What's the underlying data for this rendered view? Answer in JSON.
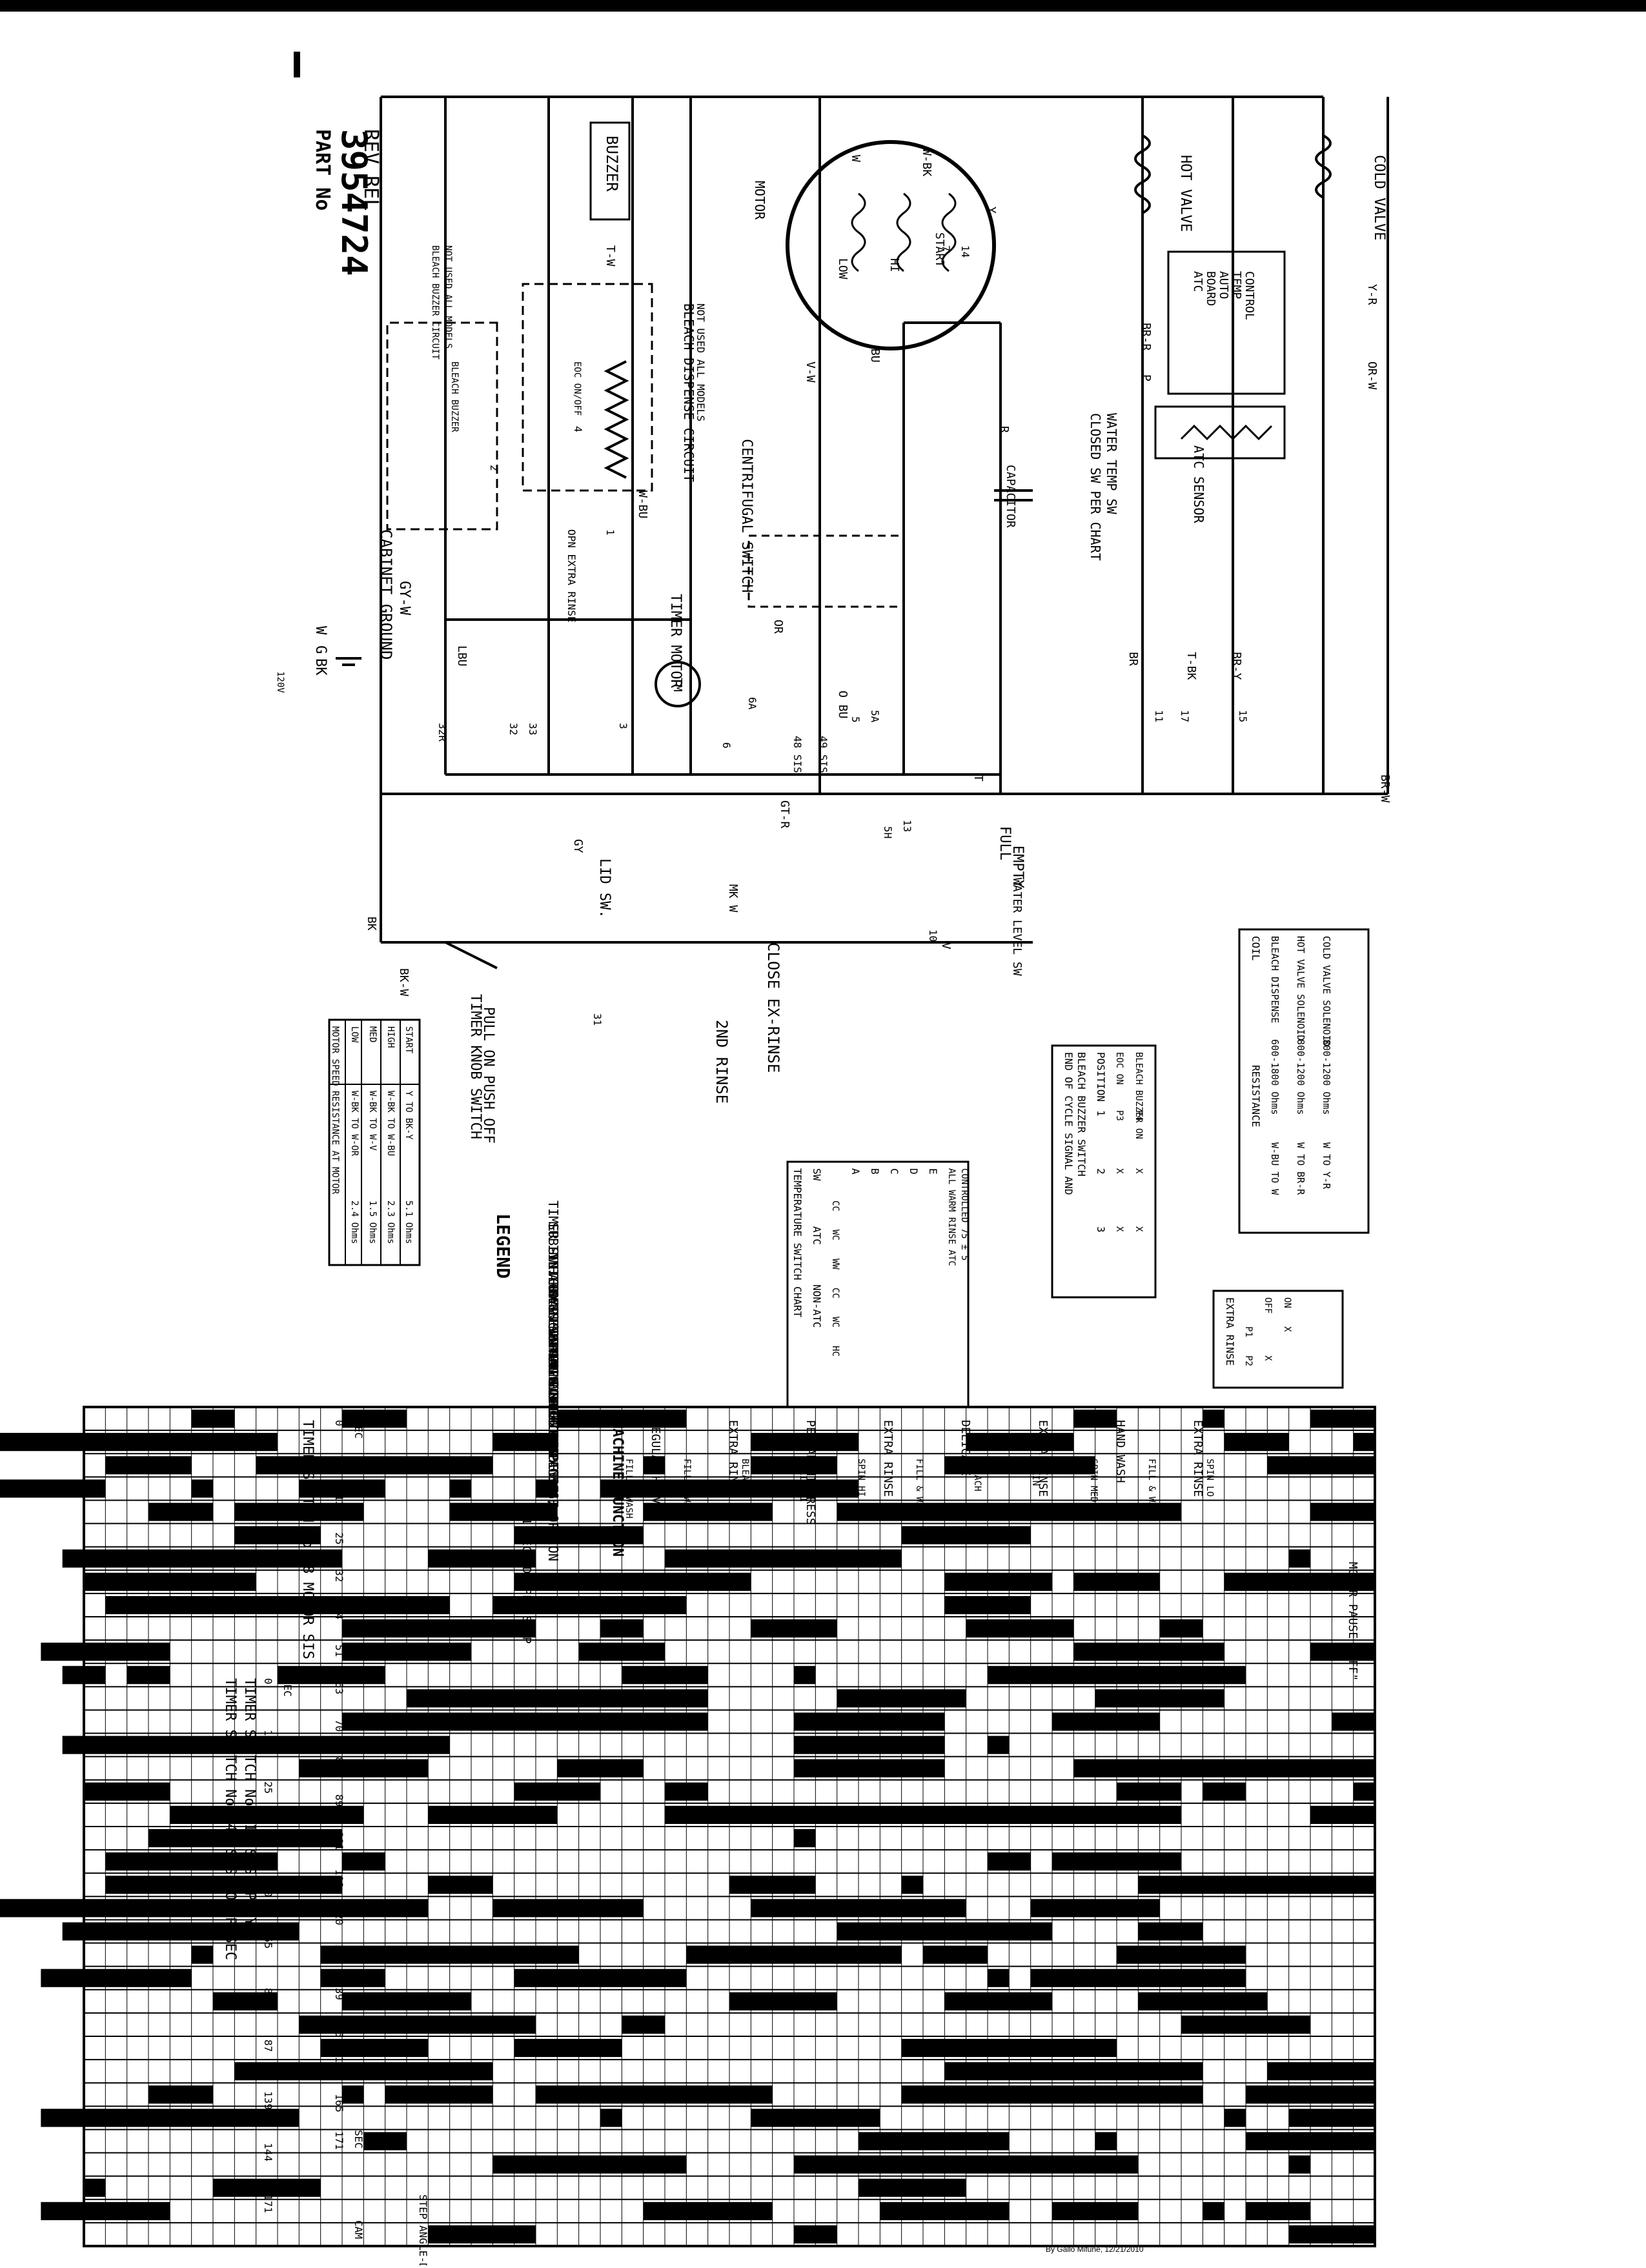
{
  "part_block": {
    "label": "PART No",
    "number": "3954724",
    "rev": "REV",
    "rel": "REL"
  },
  "power": {
    "bk": "BK",
    "g": "G",
    "w": "W",
    "voltage": "120V"
  },
  "cabinet": {
    "ground": "CABINET GROUND",
    "gy_w": "GY-W"
  },
  "wire_colors": {
    "bk": "BK",
    "t_w": "T-W",
    "w_bu": "W-BU",
    "w_bk": "W-BK",
    "w": "W",
    "y": "Y",
    "v_w": "V-W",
    "bu": "BU",
    "r": "R",
    "or": "OR",
    "gy": "GY",
    "lbu": "LBU",
    "br_r": "BR-R",
    "br_w": "BR-W",
    "y_r": "Y-R",
    "or_w": "OR-W",
    "p": "P",
    "br": "BR",
    "t_bk": "T-BK",
    "br_y": "BR-Y",
    "bk_w": "BK-W",
    "mk_w": "MK W",
    "gt_r": "GT-R",
    "v": "V",
    "t": "T",
    "o_bu": "O BU"
  },
  "components": {
    "buzzer": "BUZZER",
    "buzzer_note": [
      "BLEACH BUZZER CIRCUIT",
      "NOT USED ALL MODELS"
    ],
    "bleach_buzzer": "BLEACH BUZZER",
    "eoc_on_off": "EOC ON/OFF",
    "bleach_dispense_note": [
      "BLEACH DISPENSE CIRCUIT",
      "NOT USED ALL MODELS"
    ],
    "opn_extra_rinse": "OPN EXTRA RINSE",
    "timer_motor": "TIMER MOTOR",
    "tm": "TM",
    "centrifugal_switch": "CENTRIFUGAL SWITCH",
    "motor": "MOTOR",
    "low": "LOW",
    "hi": "HI",
    "start": "START",
    "capacitor": "CAPACITOR",
    "hot_valve": "HOT VALVE",
    "cold_valve": "COLD VALVE",
    "atc_board": [
      "ATC",
      "BOARD",
      "AUTO",
      "TEMP",
      "CONTROL"
    ],
    "atc_sensor": "ATC SENSOR",
    "closed_sw": [
      "CLOSED SW PER CHART",
      "WATER TEMP SW"
    ],
    "lid_sw": "LID SW.",
    "full": "FULL",
    "empty": "EMPTY",
    "water_level_sw": "WATER LEVEL SW",
    "close_ex_rinse": "CLOSE EX-RINSE",
    "second_rinse": "2ND RINSE",
    "timer_knob": [
      "TIMER KNOB SWITCH",
      "PULL ON PUSH OFF"
    ]
  },
  "switch_numbers": [
    "32R",
    "32",
    "33",
    "3",
    "6",
    "6A",
    "48 SIS",
    "49 SIS",
    "5",
    "5A",
    "14",
    "7",
    "13",
    "5H",
    "11",
    "17",
    "15",
    "10",
    "31",
    "2",
    "4",
    "1"
  ],
  "legend": {
    "title": "LEGEND",
    "items": [
      "TIMER SWITCH",
      "SUB-INTERVAL SWITCH",
      "INT. COMP CONNECTION",
      "HARNESS WIRING",
      "HARNESS CONNECTION",
      "TERMINAL CONNECTION",
      "TIMER SWITCH MAY BE",
      "OPEN OR CLOSED",
      "BLEACH DISPENSE /",
      "BUZZER PACKAGE OPTION"
    ]
  },
  "motor_resistance_table": {
    "headers": [
      "MOTOR SPEED",
      "RESISTANCE AT MOTOR"
    ],
    "rows": [
      [
        "LOW",
        "W-BK TO W-OR",
        "2.4 Ohms"
      ],
      [
        "MED",
        "W-BK TO W-V",
        "1.5 Ohms"
      ],
      [
        "HIGH",
        "W-BK TO W-BU",
        "2.3 Ohms"
      ],
      [
        "START",
        "Y TO BK-Y",
        "5.1 Ohms"
      ]
    ]
  },
  "temp_switch_chart": {
    "title": "TEMPERATURE SWITCH CHART",
    "headers": [
      "SW",
      "ATC",
      "NON-ATC"
    ],
    "subheaders": [
      "CC",
      "WC",
      "WW",
      "CC",
      "WC",
      "HC"
    ],
    "rows": [
      "A",
      "B",
      "C",
      "D",
      "E"
    ],
    "note": [
      "ALL WARM RINSE ATC",
      "CONTROLLED 75 ± 5"
    ]
  },
  "eoc_table": {
    "title": [
      "END OF CYCLE SIGNAL AND",
      "BLEACH BUZZER SWITCH"
    ],
    "headers": [
      "POSITION",
      "1",
      "2",
      "3"
    ],
    "rows": [
      [
        "EOC ON",
        "P3",
        "X",
        "X"
      ],
      [
        "BLEACH BUZZER ON",
        "P4",
        "X",
        "X"
      ]
    ]
  },
  "coil_resistance_table": {
    "headers": [
      "COIL",
      "RESISTANCE"
    ],
    "rows": [
      [
        "BLEACH DISPENSE",
        "600-1800 Ohms",
        "W-BU TO W"
      ],
      [
        "HOT VALVE SOLENOID",
        "800-1200 Ohms",
        "W TO BR-R"
      ],
      [
        "COLD VALVE SOLENOID",
        "800-1200 Ohms",
        "W TO Y-R"
      ]
    ]
  },
  "extra_rinse_table": {
    "title": "EXTRA RINSE",
    "headers": [
      "",
      "P1",
      "P2"
    ],
    "rows": [
      [
        "OFF",
        "",
        "X"
      ],
      [
        "ON",
        "X",
        ""
      ]
    ]
  },
  "timer_48": {
    "title": "TIMER SWITCH No.48 MOTOR SIS",
    "ticks": [
      "0",
      "6",
      "13",
      "25",
      "32",
      "44",
      "51",
      "63",
      "70",
      "82",
      "89",
      "101",
      "108",
      "120",
      "127",
      "139",
      "146",
      "158",
      "165",
      "171"
    ],
    "sec_start": "SEC",
    "sec_end": "SEC",
    "seconds_per_step": "171 SECONDS PER STEP"
  },
  "timer_49_13": {
    "title_1": "TIMER SWITCH No. 49-SIS MOTOR SEC",
    "title_2": "TIMER SWITCH No. 13-SIS SPRAY",
    "ticks": [
      "0",
      "15",
      "25",
      "30",
      "40",
      "55",
      "82",
      "87",
      "139",
      "144",
      "171"
    ],
    "sec": "SEC"
  },
  "machine_function": {
    "title": "MACHINE FUNCTION",
    "cycles": [
      "REGULAR HEAVY",
      "EXTRA RINSE",
      "PERMANENT PRESS",
      "EXTRA RINSE",
      "DELICATE",
      "EXTRA RINSE",
      "HAND WASH",
      "EXTRA RINSE"
    ],
    "functions": [
      "FILL & WASH",
      "FILL & WASH",
      "BLEACH",
      "DRAIN HI",
      "SPIN HI",
      "FILL & WASH",
      "BLEACH",
      "DRAIN",
      "SPIN MED",
      "FILL & WASH",
      "SPIN LO"
    ],
    "motor_pause": "MOTOR PAUSE \"OFF\"",
    "step_angle": "STEP ANGLE-DEGREES",
    "cam": "CAM"
  },
  "credit": "By Gallo Mifune, 12/21/2010"
}
